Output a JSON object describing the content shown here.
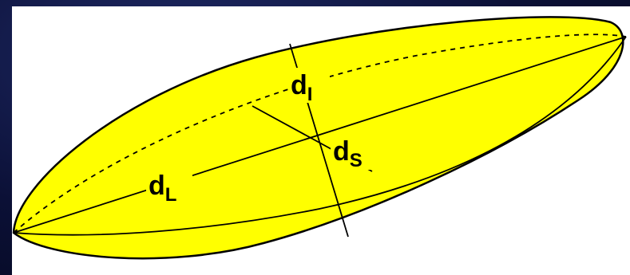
{
  "diagram": {
    "labels": {
      "long_axis": {
        "main": "d",
        "sub": "L"
      },
      "intermediate_axis": {
        "main": "d",
        "sub": "I"
      },
      "short_axis": {
        "main": "d",
        "sub": "S"
      }
    },
    "colors": {
      "body_fill": "#FFFF00",
      "outline": "#000000",
      "background": "#0b1036",
      "panel": "#ffffff"
    }
  }
}
